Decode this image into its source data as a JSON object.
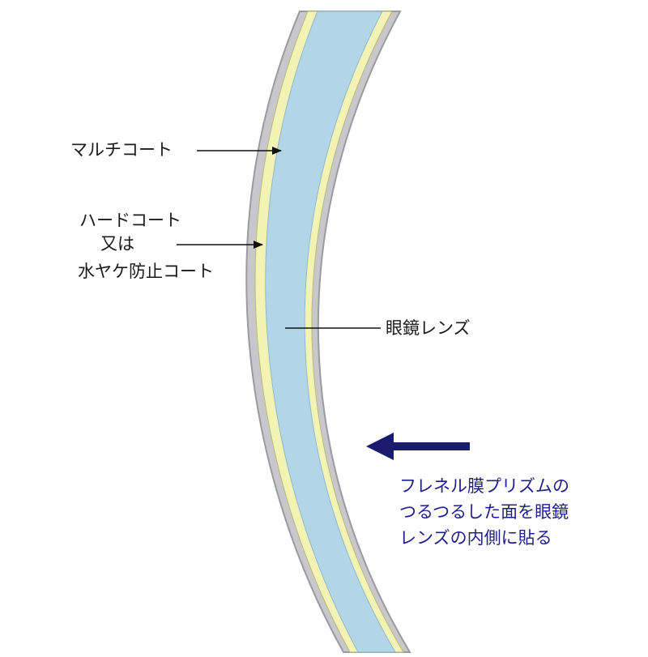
{
  "diagram": {
    "labels": {
      "multi_coat": "マルチコート",
      "hard_coat_line1": "ハードコート",
      "hard_coat_line2": "又は",
      "hard_coat_line3": "水ヤケ防止コート",
      "lens": "眼鏡レンズ",
      "note_line1": "フレネル膜プリズムの",
      "note_line2": "つるつるした面を眼鏡",
      "note_line3": "レンズの内側に貼る"
    },
    "colors": {
      "lens_fill": "#b2d6e8",
      "outer_coat": "#c8c8cc",
      "coat_edge": "#9a9aa0",
      "inner_coat": "#f3f3b4",
      "note_text": "#1f1f8a",
      "arrow_blue": "#1a1a6e",
      "pointer_line": "#111111"
    }
  }
}
